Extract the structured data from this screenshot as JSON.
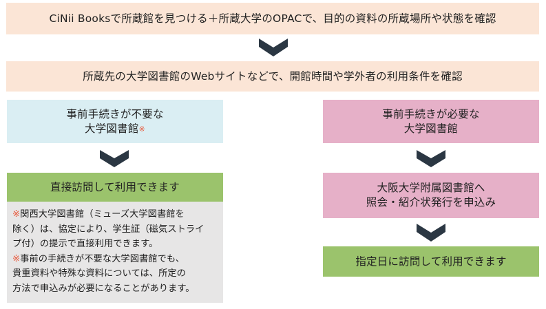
{
  "step1": "CiNii Booksで所蔵館を見つける＋所蔵大学のOPACで、目的の資料の所蔵場所や状態を確認",
  "step2": "所蔵先の大学図書館のWebサイトなどで、開館時間や学外者の利用条件を確認",
  "left": {
    "title_line1": "事前手続きが不要な",
    "title_line2": "大学図書館",
    "title_mark": "※",
    "action": "直接訪問して利用できます",
    "note1_mark": "※",
    "note1_lines": [
      "関西大学図書館（ミューズ大学図書館を",
      "除く）は、協定により、学生証（磁気ストライ",
      "プ付）の提示で直接利用できます。"
    ],
    "note2_mark": "※",
    "note2_lines": [
      "事前の手続きが不要な大学図書館でも、",
      "貴重資料や特殊な資料については、所定の",
      "方法で申込みが必要になることがあります。"
    ]
  },
  "right": {
    "title_line1": "事前手続きが必要な",
    "title_line2": "大学図書館",
    "step_line1": "大阪大学附属図書館へ",
    "step_line2": "照会・紹介状発行を申込み",
    "final": "指定日に訪問して利用できます"
  },
  "colors": {
    "peach": "#fbe5d6",
    "blue": "#daeef3",
    "pink": "#e6b0c8",
    "green": "#9bc36c",
    "grey": "#e7e6e6",
    "arrow": "#2b3743",
    "mark": "#e8593c"
  }
}
